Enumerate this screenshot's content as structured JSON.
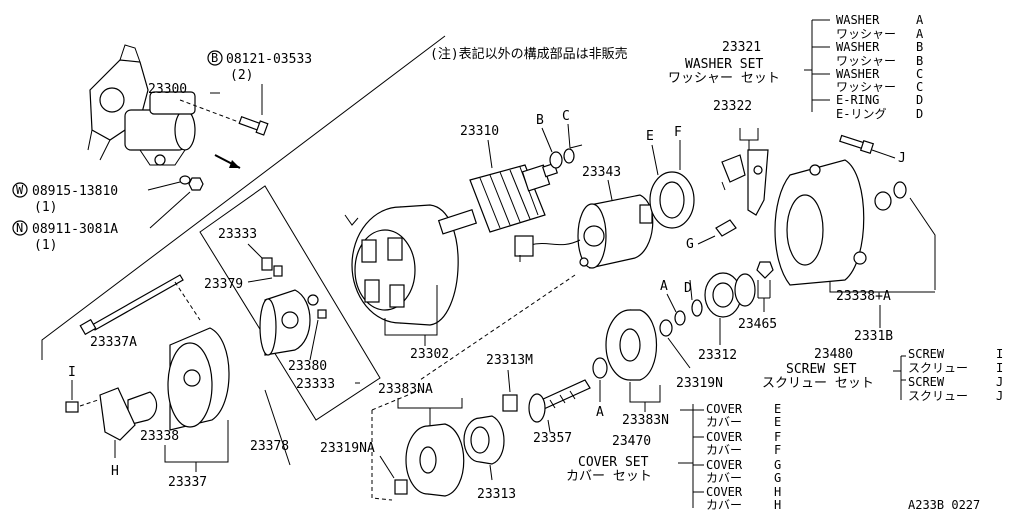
{
  "note": "(注)表記以外の構成部品は非販売",
  "figure_id": "A233B 0227",
  "parts": {
    "p23300": "23300",
    "bolt_b": "08121-03533",
    "bolt_b_qty": "(2)",
    "washer_w": "08915-13810",
    "washer_w_qty": "(1)",
    "nut_n": "08911-3081A",
    "nut_n_qty": "(1)",
    "p23310": "23310",
    "p23343": "23343",
    "p23321": "23321",
    "p23322": "23322",
    "p23333a": "23333",
    "p23379": "23379",
    "p23380": "23380",
    "p23333b": "23333",
    "p23302": "23302",
    "p23337a": "23337A",
    "p23338": "23338",
    "p23337": "23337",
    "p23378": "23378",
    "p23313m": "23313M",
    "p23357": "23357",
    "p23383na": "23383NA",
    "p23319na": "23319NA",
    "p23313": "23313",
    "p23383n": "23383N",
    "p23319n": "23319N",
    "p23312": "23312",
    "p23465": "23465",
    "p23338a": "23338+A",
    "p23318": "2331B",
    "p23470": "23470",
    "p23480": "23480"
  },
  "callouts": {
    "B": "B",
    "C": "C",
    "E": "E",
    "F": "F",
    "G": "G",
    "J": "J",
    "A1": "A",
    "D": "D",
    "A2": "A",
    "I": "I",
    "H": "H",
    "B_circle": "B",
    "W_circle": "W",
    "N_circle": "N"
  },
  "washer_set": {
    "title": "WASHER SET",
    "title_jp": "ワッシャー セット",
    "items": [
      {
        "name": "WASHER",
        "letter": "A"
      },
      {
        "name": "ワッシャー",
        "letter": "A"
      },
      {
        "name": "WASHER",
        "letter": "B"
      },
      {
        "name": "ワッシャー",
        "letter": "B"
      },
      {
        "name": "WASHER",
        "letter": "C"
      },
      {
        "name": "ワッシャー",
        "letter": "C"
      },
      {
        "name": "E-RING",
        "letter": "D"
      },
      {
        "name": "E-リング",
        "letter": "D"
      }
    ]
  },
  "screw_set": {
    "title": "SCREW SET",
    "title_jp": "スクリュー セット",
    "items": [
      {
        "name": "SCREW",
        "letter": "I"
      },
      {
        "name": "スクリュー",
        "letter": "I"
      },
      {
        "name": "SCREW",
        "letter": "J"
      },
      {
        "name": "スクリュー",
        "letter": "J"
      }
    ]
  },
  "cover_set": {
    "title": "COVER SET",
    "title_jp": "カバー セット",
    "items": [
      {
        "name": "COVER",
        "letter": "E"
      },
      {
        "name": "カバー",
        "letter": "E"
      },
      {
        "name": "COVER",
        "letter": "F"
      },
      {
        "name": "カバー",
        "letter": "F"
      },
      {
        "name": "COVER",
        "letter": "G"
      },
      {
        "name": "カバー",
        "letter": "G"
      },
      {
        "name": "COVER",
        "letter": "H"
      },
      {
        "name": "カバー",
        "letter": "H"
      }
    ]
  }
}
